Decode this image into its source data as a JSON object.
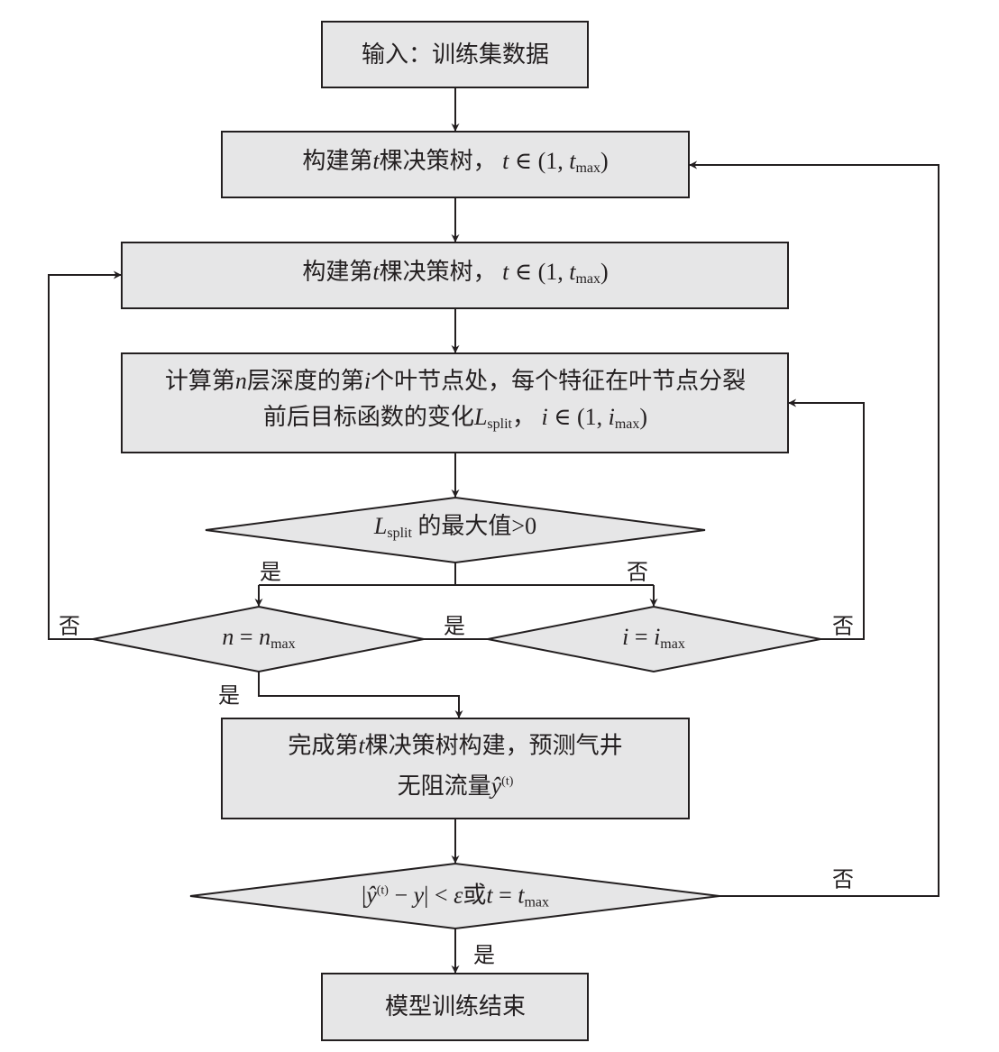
{
  "diagram": {
    "type": "flowchart",
    "nodes": {
      "input": {
        "text": "输入：训练集数据"
      },
      "build_tree_outer": {
        "prefix": "构建第",
        "var": "t",
        "suffix": "棵决策树，",
        "range_var": "t",
        "range_sym": "∈ (1,",
        "range_max_var": "t",
        "range_max_sub": "max",
        "close": ")"
      },
      "build_tree_inner": {
        "prefix": "构建第",
        "var": "t",
        "suffix": "棵决策树，",
        "range_var": "t",
        "range_sym": "∈ (1,",
        "range_max_var": "t",
        "range_max_sub": "max",
        "close": ")"
      },
      "compute_split": {
        "line1_a": "计算第",
        "line1_n": "n",
        "line1_b": "层深度的第",
        "line1_i": "i",
        "line1_c": "个叶节点处，每个特征在叶节点分裂",
        "line2_a": "前后目标函数的变化",
        "line2_L": "L",
        "line2_sub": "split",
        "line2_b": "，",
        "line2_i": "i",
        "line2_sym": "∈ (1,",
        "line2_imax": "i",
        "line2_imax_sub": "max",
        "line2_close": ")"
      },
      "decision_lsplit": {
        "L": "L",
        "sub": "split",
        "text": "的最大值>0"
      },
      "decision_n": {
        "lhs": "n",
        "eq": "=",
        "rhs": "n",
        "sub": "max"
      },
      "decision_i": {
        "lhs": "i",
        "eq": "=",
        "rhs": "i",
        "sub": "max"
      },
      "finish_tree": {
        "line1_a": "完成第",
        "line1_t": "t",
        "line1_b": "棵决策树构建，预测气井",
        "line2_a": "无阻流量",
        "line2_y": "ŷ",
        "line2_sup": "(t)"
      },
      "decision_converge": {
        "abs_open": "|",
        "y": "ŷ",
        "sup": "(t)",
        "minus": " − ",
        "y2": "y",
        "abs_close": "|",
        "lt": " < ",
        "eps": "ε",
        "or": "或",
        "t": "t",
        "eq": " = ",
        "tmax": "t",
        "sub": "max"
      },
      "end": {
        "text": "模型训练结束"
      }
    },
    "branch_labels": {
      "lsplit_yes": "是",
      "lsplit_no": "否",
      "n_no": "否",
      "n_yes_right": "是",
      "n_yes_down": "是",
      "i_no": "否",
      "converge_no": "否",
      "converge_yes": "是"
    },
    "colors": {
      "node_fill": "#e6e6e7",
      "stroke": "#231f20"
    }
  }
}
